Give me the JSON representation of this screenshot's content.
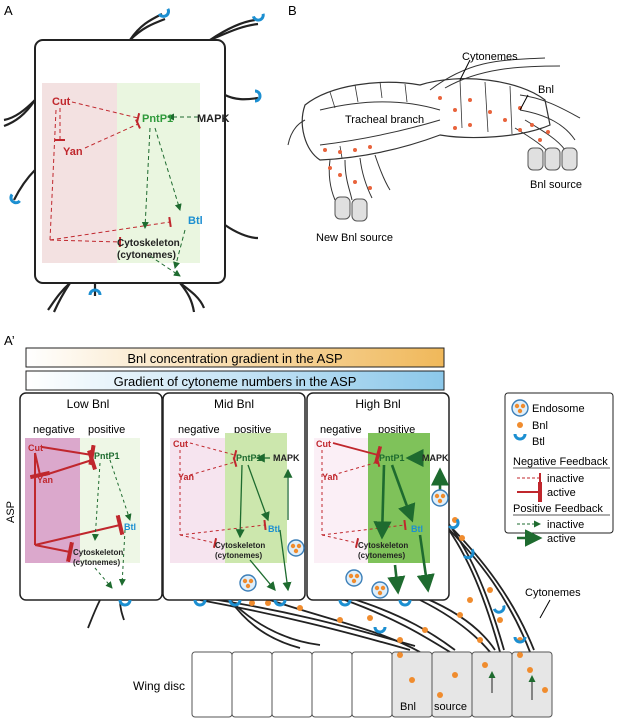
{
  "panel_a": {
    "letter": "A",
    "nodes": {
      "cut": "Cut",
      "yan": "Yan",
      "pntp1": "PntP1",
      "mapk": "MAPK",
      "btl": "Btl",
      "cyto1": "Cytoskeleton",
      "cyto2": "(cytonemes)"
    }
  },
  "panel_b": {
    "letter": "B",
    "cytonemes": "Cytonemes",
    "bnl": "Bnl",
    "tracheal_branch": "Tracheal branch",
    "bnl_source": "Bnl source",
    "new_bnl_source": "New Bnl source"
  },
  "panel_a2": {
    "letter": "A’",
    "banner1": "Bnl concentration gradient in the ASP",
    "banner2": "Gradient of cytoneme numbers in the ASP",
    "asp": "ASP",
    "boxes": [
      {
        "title": "Low Bnl",
        "negative": "negative",
        "positive": "positive"
      },
      {
        "title": "Mid Bnl",
        "negative": "negative",
        "positive": "positive"
      },
      {
        "title": "High Bnl",
        "negative": "negative",
        "positive": "positive"
      }
    ],
    "nodes": {
      "cut": "Cut",
      "yan": "Yan",
      "pntp1": "PntP1",
      "mapk": "MAPK",
      "btl": "Btl",
      "cyto1": "Cytoskeleton",
      "cyto2": "(cytonemes)"
    },
    "legend": {
      "endosome": "Endosome",
      "bnl": "Bnl",
      "btl": "Btl",
      "neg_title": "Negative Feedback",
      "inactive": "inactive",
      "active": "active",
      "pos_title": "Positive Feedback"
    },
    "cytonemes": "Cytonemes",
    "wing_disc": "Wing disc",
    "bnl_cell": "Bnl",
    "source_cell": "source"
  },
  "colors": {
    "red": "#c0272d",
    "green": "#1e6b2f",
    "pink": "#f3e1e1",
    "lightgreen": "#eaf6e0"
  }
}
